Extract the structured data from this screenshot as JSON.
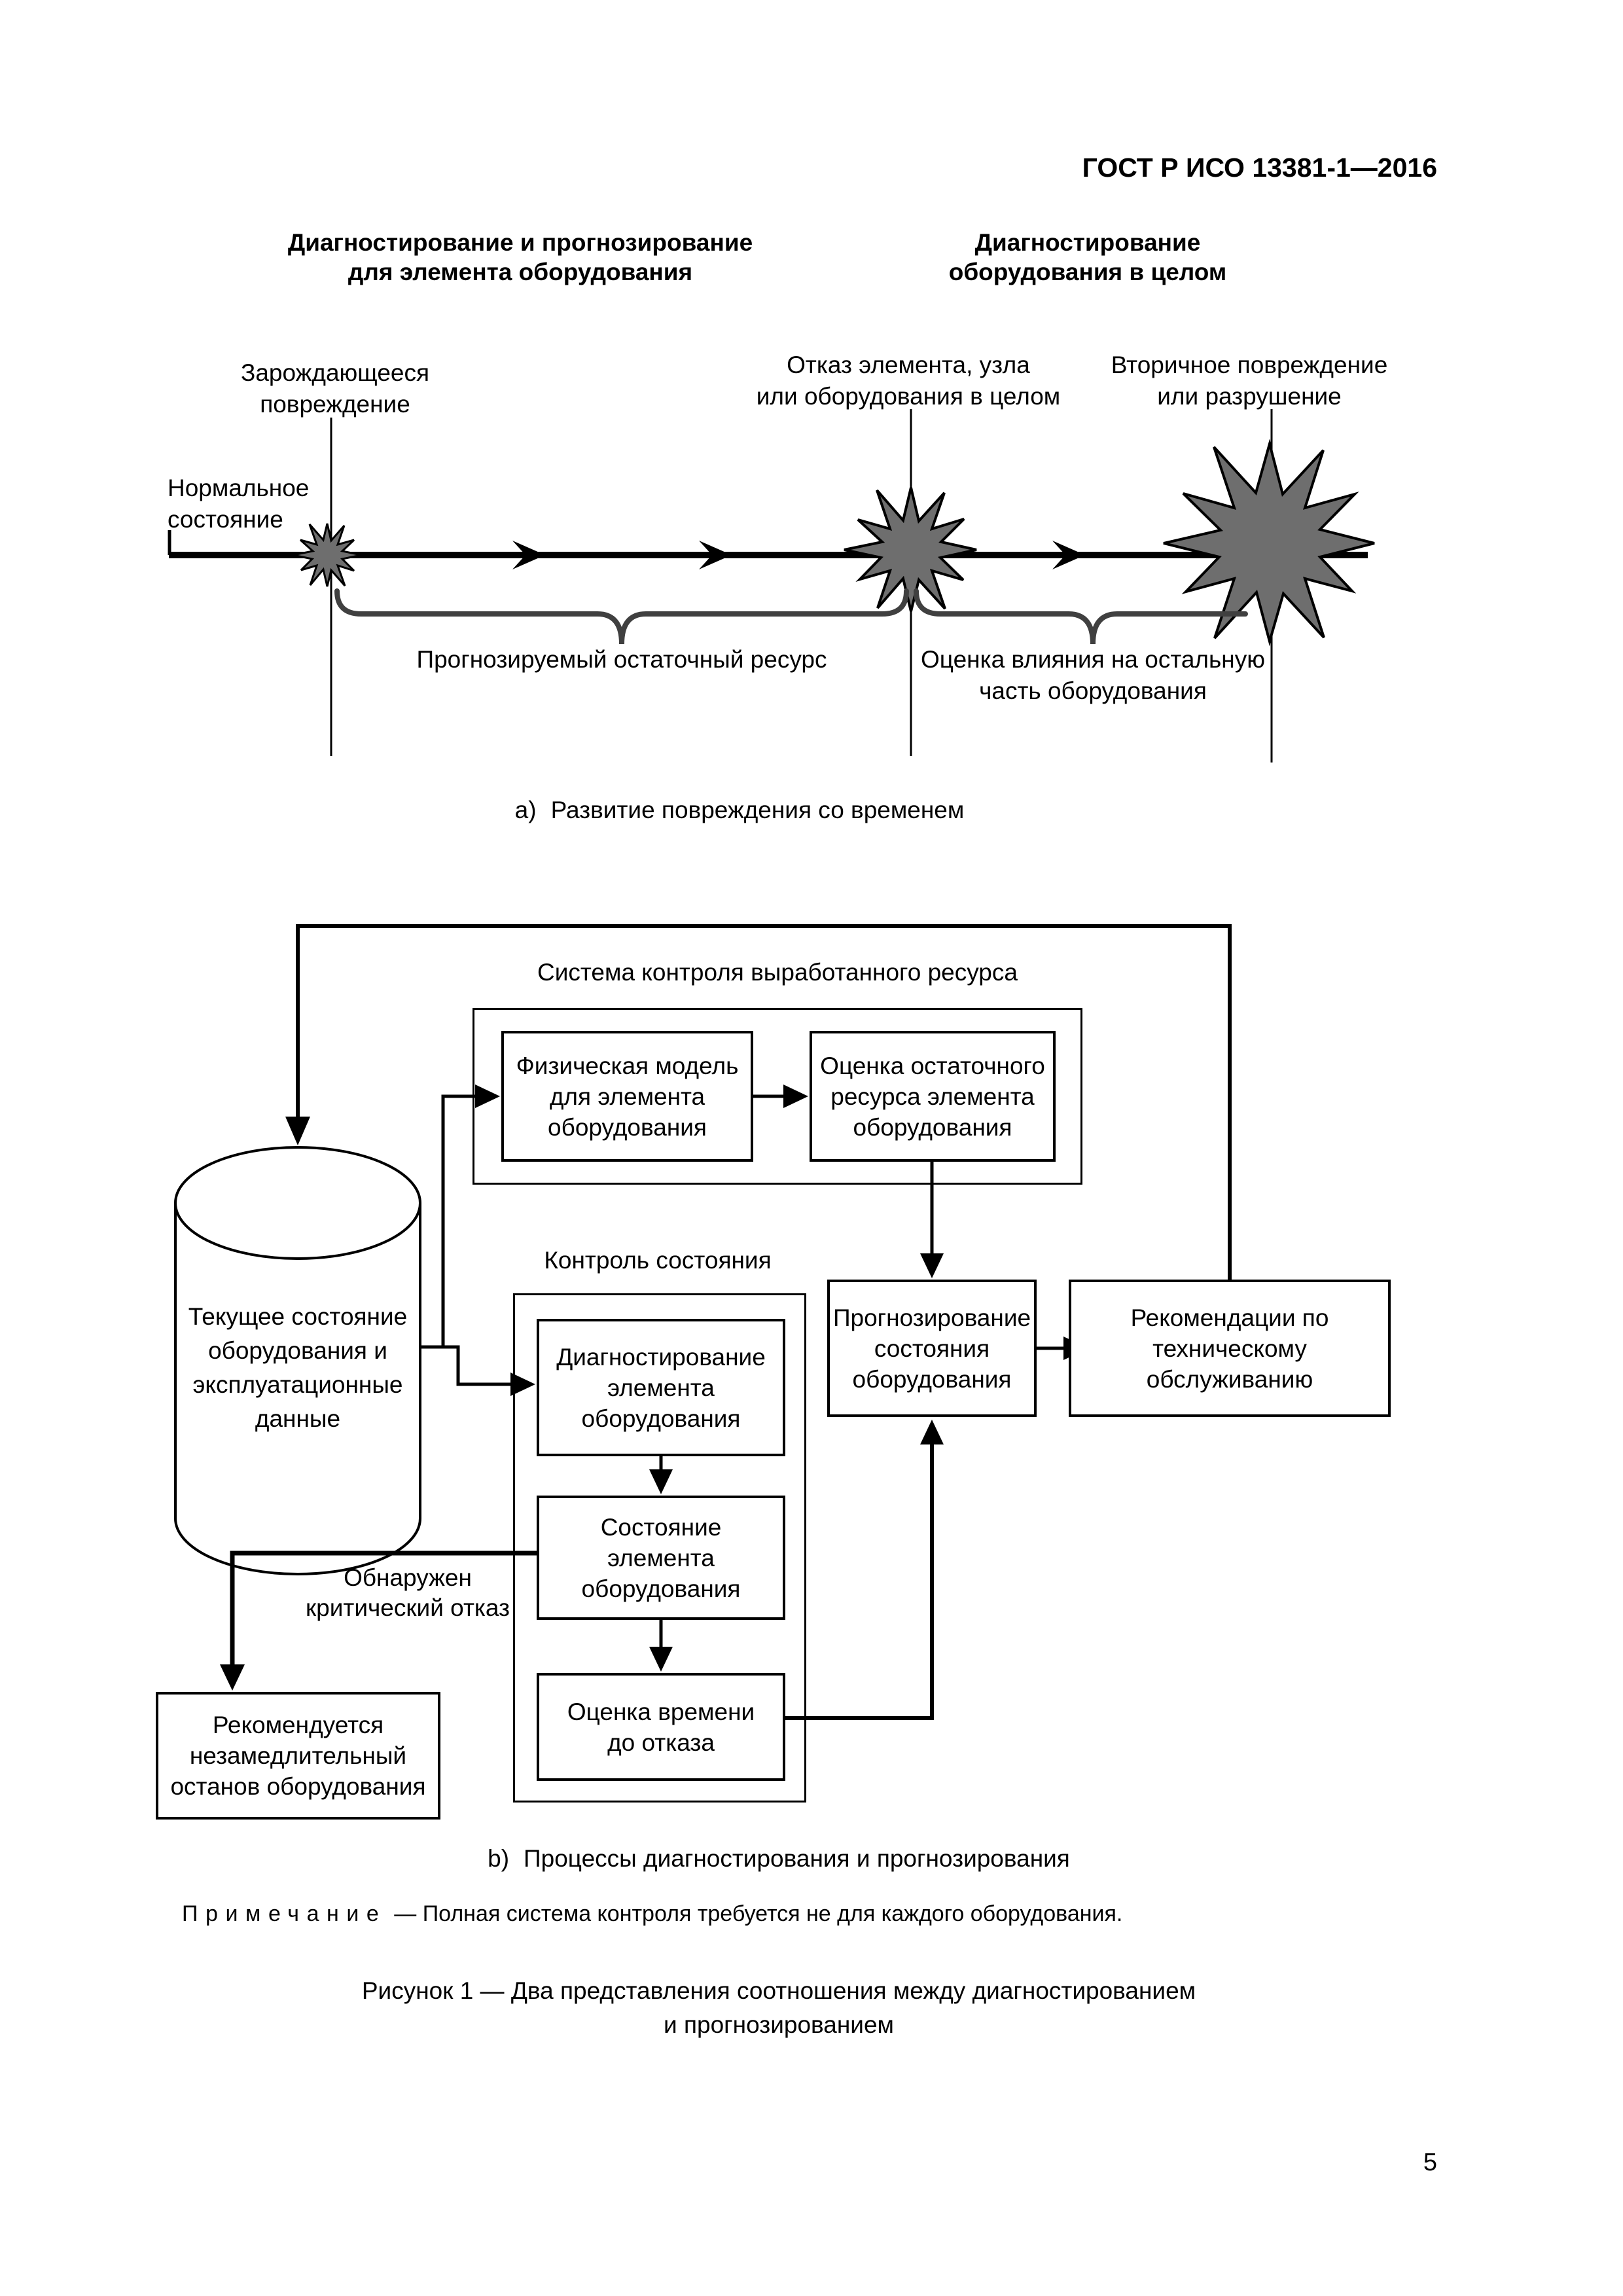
{
  "header": {
    "title": "ГОСТ Р ИСО 13381-1—2016"
  },
  "timeline": {
    "left_column_title": [
      "Диагностирование и прогнозирование",
      "для элемента оборудования"
    ],
    "right_column_title": [
      "Диагностирование",
      "оборудования в целом"
    ],
    "labels": {
      "incipient": [
        "Зарождающееся",
        "повреждение"
      ],
      "failure": [
        "Отказ элемента, узла",
        "или оборудования в целом"
      ],
      "secondary": [
        "Вторичное повреждение",
        "или разрушение"
      ],
      "normal": [
        "Нормальное",
        "состояние"
      ],
      "residual_life": "Прогнозируемый остаточный ресурс",
      "impact": [
        "Оценка влияния на остальную",
        "часть оборудования"
      ]
    },
    "caption_prefix": "а)",
    "caption": "Развитие повреждения со временем"
  },
  "flowchart": {
    "resource_system_title": "Система контроля выработанного ресурса",
    "condition_monitoring_title": "Контроль состояния",
    "boxes": {
      "physical_model": [
        "Физическая модель",
        "для элемента",
        "оборудования"
      ],
      "residual_estimate": [
        "Оценка остаточного",
        "ресурса элемента",
        "оборудования"
      ],
      "database": [
        "Текущее состояние",
        "оборудования и",
        "эксплуатационные",
        "данные"
      ],
      "diagnostics": [
        "Диагностирование",
        "элемента",
        "оборудования"
      ],
      "element_state": [
        "Состояние",
        "элемента",
        "оборудования"
      ],
      "time_to_failure": [
        "Оценка времени",
        "до отказа"
      ],
      "prognosis": [
        "Прогнозирование",
        "состояния",
        "оборудования"
      ],
      "recommendations": [
        "Рекомендации по",
        "техническому обслуживанию"
      ],
      "immediate_stop": [
        "Рекомендуется",
        "незамедлительный",
        "останов оборудования"
      ]
    },
    "edge_label": [
      "Обнаружен",
      "критический отказ"
    ],
    "caption_prefix": "b)",
    "caption": "Процессы диагностирования и прогнозирования"
  },
  "note": {
    "label": "Примечание",
    "text": "— Полная система контроля требуется не для каждого оборудования."
  },
  "figure_caption": [
    "Рисунок  1 — Два представления соотношения между диагностированием",
    "и прогнозированием"
  ],
  "page_number": "5",
  "colors": {
    "line": "#000000",
    "starburst_fill": "#6e6e6e",
    "brace": "#404040",
    "background": "#ffffff"
  }
}
